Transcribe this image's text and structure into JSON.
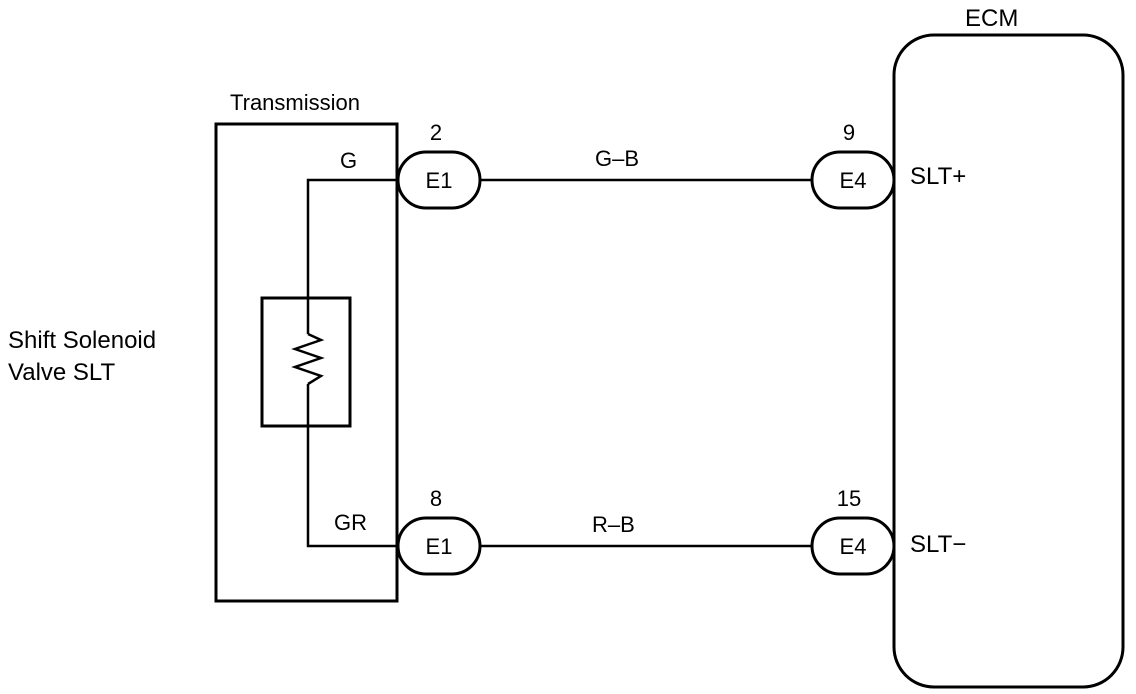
{
  "ecm": {
    "title": "ECM",
    "pin_plus": "SLT+",
    "pin_minus": "SLT−"
  },
  "transmission": {
    "title": "Transmission",
    "wire_top": "G",
    "wire_bottom": "GR"
  },
  "solenoid": {
    "line1": "Shift Solenoid",
    "line2": "Valve SLT"
  },
  "connectors": {
    "e1_top": {
      "label": "E1",
      "pin": "2"
    },
    "e1_bottom": {
      "label": "E1",
      "pin": "8"
    },
    "e4_top": {
      "label": "E4",
      "pin": "9"
    },
    "e4_bottom": {
      "label": "E4",
      "pin": "15"
    }
  },
  "wires": {
    "top_color": "G–B",
    "bottom_color": "R–B"
  }
}
